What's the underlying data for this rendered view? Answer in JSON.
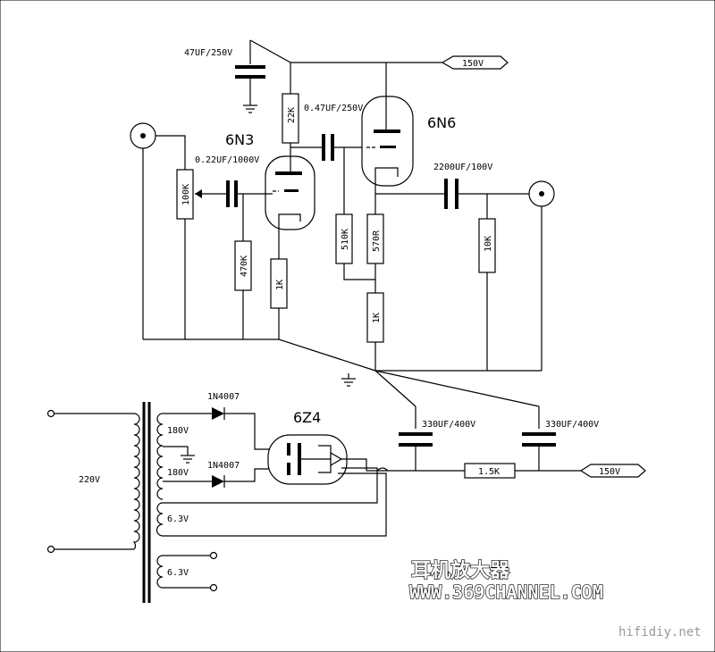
{
  "labels": {
    "cap_47uf": "47UF/250V",
    "cap_047uf": "0.47UF/250V",
    "cap_022uf": "0.22UF/1000V",
    "cap_2200uf": "2200UF/100V",
    "cap_330uf_a": "330UF/400V",
    "cap_330uf_b": "330UF/400V",
    "b_plus_top": "150V",
    "b_plus_bottom": "150V",
    "r_22k": "22K",
    "r_100k": "100K",
    "r_470k": "470K",
    "r_1k_a": "1K",
    "r_510k": "510K",
    "r_570r": "570R",
    "r_1k_b": "1K",
    "r_10k": "10K",
    "r_1_5k": "1.5K",
    "diode_a": "1N4007",
    "diode_b": "1N4007",
    "sec_180_a": "180V",
    "sec_180_b": "180V",
    "sec_63_a": "6.3V",
    "sec_63_b": "6.3V",
    "primary": "220V"
  },
  "tubes": {
    "driver": "6N3",
    "output": "6N6",
    "rectifier": "6Z4"
  },
  "branding": {
    "title_cn": "耳机放大器",
    "url": "WWW.369CHANNEL.COM",
    "watermark": "hifidiy.net"
  },
  "colors": {
    "ink": "#000000",
    "background": "#ffffff",
    "watermark": "#9a9a9a"
  }
}
